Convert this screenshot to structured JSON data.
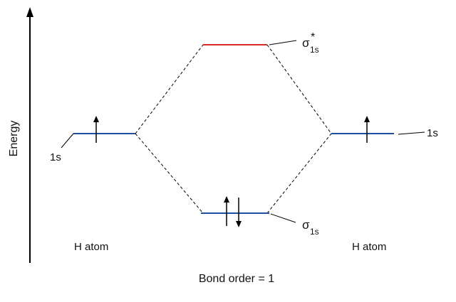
{
  "axis": {
    "label": "Energy"
  },
  "left": {
    "orbital_label": "1s",
    "atom_label": "H atom"
  },
  "right": {
    "orbital_label": "1s",
    "atom_label": "H atom"
  },
  "antibonding": {
    "symbol": "σ",
    "star": "*",
    "subscript": "1s"
  },
  "bonding": {
    "symbol": "σ",
    "subscript": "1s"
  },
  "caption": "Bond order = 1",
  "colors": {
    "antibonding_level": "#d62a2a",
    "filled_level": "#1f4fa0",
    "line": "#000000"
  },
  "electrons": {
    "left_atom": 1,
    "right_atom": 1,
    "bonding": 2,
    "antibonding": 0
  }
}
